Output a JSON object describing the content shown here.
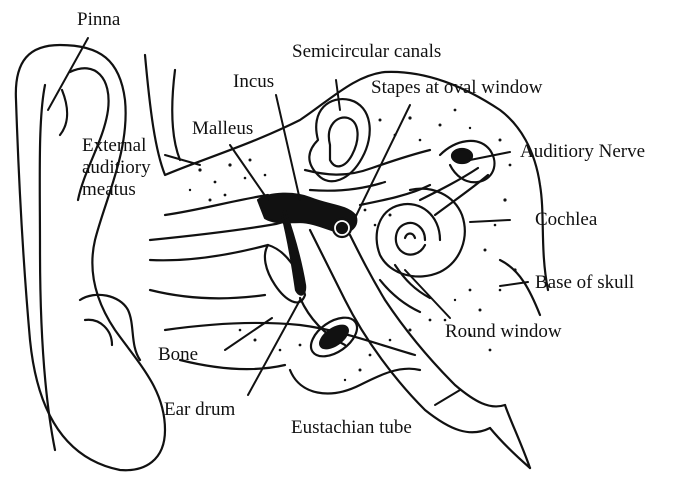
{
  "labels": {
    "pinna": "Pinna",
    "semicircular_canals": "Semicircular canals",
    "incus": "Incus",
    "stapes": "Stapes at oval window",
    "malleus": "Malleus",
    "external_meatus": [
      "External",
      "auditiory",
      "meatus"
    ],
    "auditory_nerve": "Auditiory Nerve",
    "cochlea": "Cochlea",
    "base_of_skull": "Base of skull",
    "round_window": "Round window",
    "bone": "Bone",
    "ear_drum": "Ear drum",
    "eustachian_tube": "Eustachian tube"
  },
  "colors": {
    "ink": "#111111",
    "background": "#ffffff"
  }
}
